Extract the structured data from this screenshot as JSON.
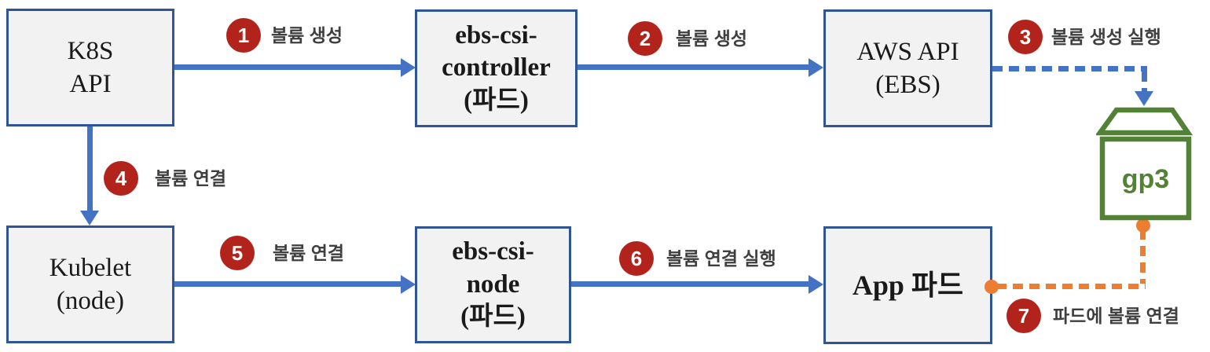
{
  "diagram": {
    "boxes": [
      {
        "id": "k8s-api",
        "lines": [
          "K8S",
          "API"
        ]
      },
      {
        "id": "ebs-csi-controller",
        "lines": [
          "ebs-csi-",
          "controller",
          "(파드)"
        ]
      },
      {
        "id": "aws-api-ebs",
        "lines": [
          "AWS API",
          "(EBS)"
        ]
      },
      {
        "id": "kubelet-node",
        "lines": [
          "Kubelet",
          "(node)"
        ]
      },
      {
        "id": "ebs-csi-node",
        "lines": [
          "ebs-csi-",
          "node",
          "(파드)"
        ]
      },
      {
        "id": "app-pod",
        "lines": [
          "App 파드"
        ]
      }
    ],
    "steps": [
      {
        "num": "1",
        "label": "볼륨 생성"
      },
      {
        "num": "2",
        "label": "볼륨 생성"
      },
      {
        "num": "3",
        "label": "볼륨 생성 실행"
      },
      {
        "num": "4",
        "label": "볼륨 연결"
      },
      {
        "num": "5",
        "label": "볼륨 연결"
      },
      {
        "num": "6",
        "label": "볼륨 연결 실행"
      },
      {
        "num": "7",
        "label": "파드에 볼륨 연결"
      }
    ],
    "storage": {
      "label": "gp3"
    },
    "colors": {
      "arrow_blue": "#4472C4",
      "box_border_blue": "#2F5597",
      "box_fill": "#F2F2F2",
      "step_red": "#B2231B",
      "label_text": "#3F3F3F",
      "storage_green": "#538135",
      "attach_orange": "#ED7D31"
    }
  }
}
